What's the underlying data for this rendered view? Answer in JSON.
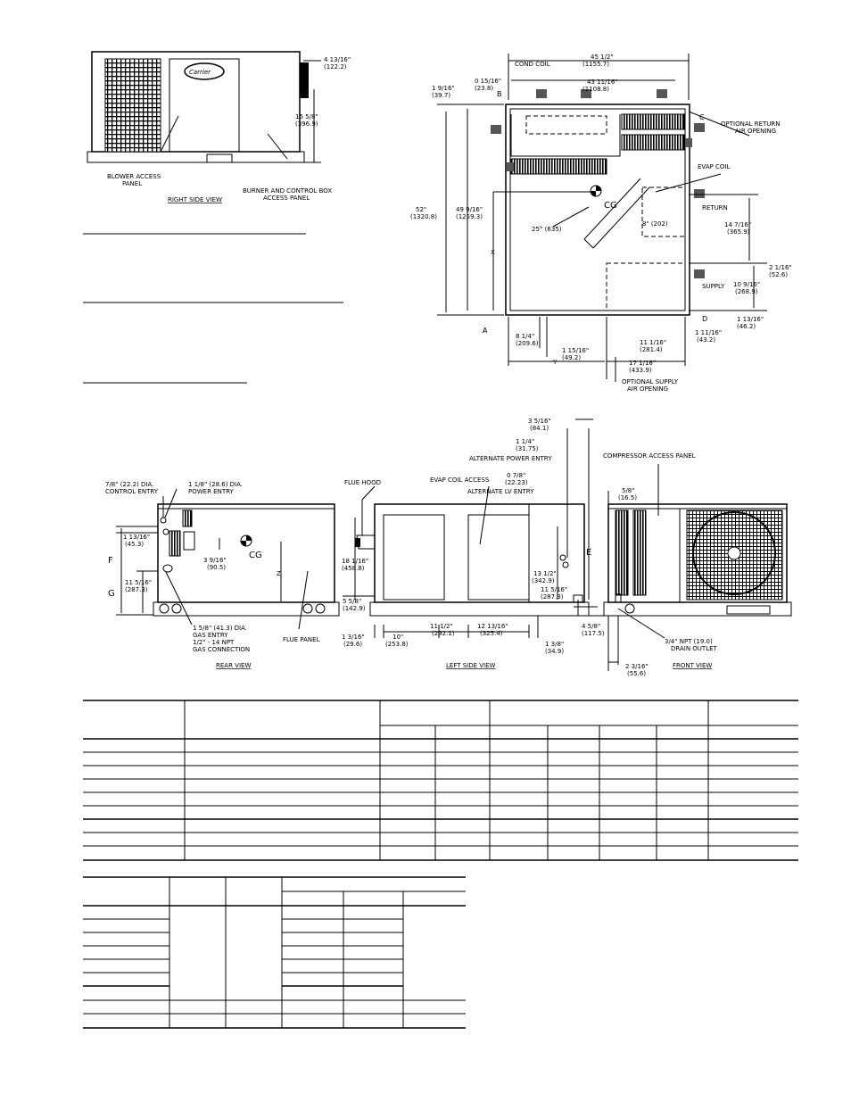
{
  "brand_logo": "Carrier",
  "right_side_view": {
    "title": "RIGHT SIDE VIEW",
    "blower_panel": [
      "BLOWER ACCESS",
      "PANEL"
    ],
    "burner_panel": [
      "BURNER AND CONTROL BOX",
      "ACCESS PANEL"
    ],
    "dim_top": [
      "4 13/16\"",
      "(122.2)"
    ],
    "dim_side": [
      "15 5/8\"",
      "(396.9)"
    ]
  },
  "top_view": {
    "dim_overall_w": [
      "45 1/2\"",
      "(1155.7)"
    ],
    "dim_inner_w": [
      "43 11/16\"",
      "(1108.8)"
    ],
    "dim_0_15": [
      "0 15/16\"",
      "(23.8)"
    ],
    "dim_1_9": [
      "1 9/16\"",
      "(39.7)"
    ],
    "cond_coil": "COND COIL",
    "label_b": "B",
    "label_c": "C",
    "optional_return": [
      "OPTIONAL RETURN",
      "AIR OPENING"
    ],
    "evap_coil": "EVAP COIL",
    "cg": "CG",
    "return": "RETURN",
    "supply": "SUPPLY",
    "dim_52": [
      "52\"",
      "(1320.8)"
    ],
    "dim_49": [
      "49 9/16\"",
      "(1259.3)"
    ],
    "x": "X",
    "y": "Y",
    "angle": "25° (635)",
    "dim_8_202": "8\" (202)",
    "dim_14_7": [
      "14 7/16\"",
      "(365.9)"
    ],
    "dim_2_1": [
      "2 1/16\"",
      "(52.6)"
    ],
    "dim_10_9": [
      "10 9/16\"",
      "(268.9)"
    ],
    "dim_1_13": [
      "1 13/16\"",
      "(46.2)"
    ],
    "label_a": "A",
    "label_d": "D",
    "dim_8_1": [
      "8 1/4\"",
      "(209.6)"
    ],
    "dim_1_15": [
      "1 15/16\"",
      "(49.2)"
    ],
    "dim_11_1": [
      "11 1/16\"",
      "(281.4)"
    ],
    "dim_1_11": [
      "1 11/16\"",
      "(43.2)"
    ],
    "dim_17_1": [
      "17 1/16\"",
      "(433.9)"
    ],
    "optional_supply": [
      "OPTIONAL SUPPLY",
      "AIR OPENING"
    ]
  },
  "rear_view": {
    "title": "REAR VIEW",
    "control_entry": [
      "7/8\" (22.2) DIA.",
      "CONTROL ENTRY"
    ],
    "power_entry": [
      "1 1/8\" (28.6) DIA.",
      "POWER ENTRY"
    ],
    "dim_11_13": [
      "1 13/16\"",
      "(45.3)"
    ],
    "dim_3_9": [
      "3 9/16\"",
      "(90.5)"
    ],
    "dim_11_5": [
      "11 5/16\"",
      "(287.3)"
    ],
    "cg": "CG",
    "f": "F",
    "g": "G",
    "z": "Z",
    "gas_entry": [
      "1 5/8\" (41.3) DIA.",
      "GAS ENTRY",
      "1/2\" - 14 NPT",
      "GAS CONNECTION"
    ],
    "flue_panel": "FLUE PANEL"
  },
  "left_side_view": {
    "title": "LEFT SIDE VIEW",
    "flue_hood": "FLUE HOOD",
    "evap_coil_access": "EVAP COIL ACCESS",
    "alt_lv_entry": "ALTERNATE LV ENTRY",
    "dim_0_7": [
      "0 7/8\"",
      "(22.23)"
    ],
    "dim_1_1": [
      "1 1/4\"",
      "(31.75)"
    ],
    "alt_power_entry": "ALTERNATE POWER ENTRY",
    "dim_3_5": [
      "3 5/16\"",
      "(84.1)"
    ],
    "dim_18_1": [
      "18 1/16\"",
      "(458.8)"
    ],
    "dim_5_5": [
      "5 5/8\"",
      "(142.9)"
    ],
    "dim_13_1": [
      "13 1/2\"",
      "(342.9)"
    ],
    "dim_11_5": [
      "11 5/16\"",
      "(287.3)"
    ],
    "e": "E",
    "dim_1_3": [
      "1 3/16\"",
      "(29.6)"
    ],
    "dim_10": [
      "10\"",
      "(253.8)"
    ],
    "dim_11_1": [
      "11 1/2\"",
      "(292.1)"
    ],
    "dim_12_13": [
      "12 13/16\"",
      "(325.4)"
    ],
    "dim_1_38": [
      "1 3/8\"",
      "(34.9)"
    ],
    "dim_4_5": [
      "4 5/8\"",
      "(117.5)"
    ]
  },
  "front_view": {
    "title": "FRONT VIEW",
    "compressor_panel": "COMPRESSOR ACCESS PANEL",
    "dim_5_8": [
      "5/8\"",
      "(16.5)"
    ],
    "drain": [
      "3/4\" NPT (19.0)",
      "DRAIN OUTLET"
    ],
    "dim_2_3": [
      "2 3/16\"",
      "(55.6)"
    ]
  }
}
